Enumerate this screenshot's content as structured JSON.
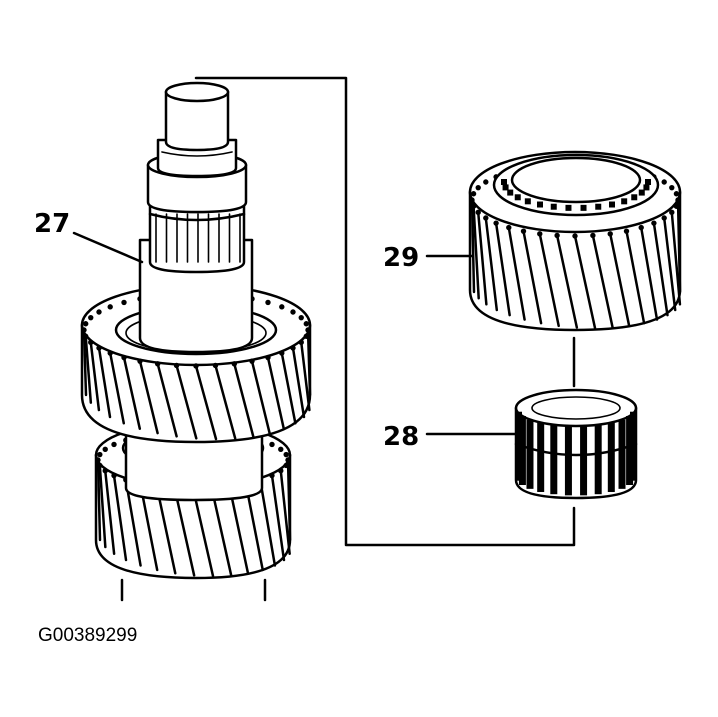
{
  "diagram": {
    "callouts": [
      {
        "id": "c27",
        "label": "27"
      },
      {
        "id": "c28",
        "label": "28"
      },
      {
        "id": "c29",
        "label": "29"
      }
    ],
    "figure_code": "G00389299",
    "colors": {
      "ink": "#000000",
      "paper": "#ffffff"
    }
  }
}
